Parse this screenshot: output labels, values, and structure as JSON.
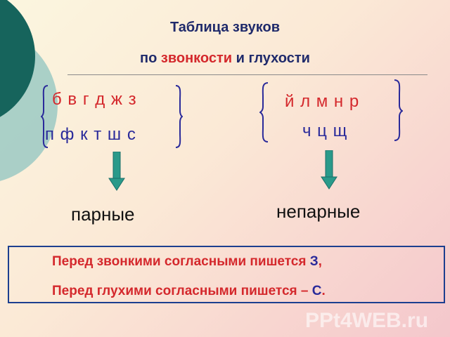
{
  "title": {
    "line1": "Таблица звуков",
    "line2_pre": "по ",
    "line2_accent": "звонкости",
    "line2_post": " и глухости"
  },
  "paired": {
    "voiced": "б в г д ж з",
    "voiceless": "п ф к т ш с",
    "label": "парные"
  },
  "unpaired": {
    "voiced": "й л м н р",
    "voiceless": "ч ц щ",
    "label": "непарные"
  },
  "rules": {
    "line1_text": "Перед звонкими согласными пишется ",
    "line1_letter": "З",
    "line1_end": ",",
    "line2_text": "Перед глухими согласными пишется – ",
    "line2_letter": "С",
    "line2_end": "."
  },
  "watermark": "PPt4WEB.ru",
  "colors": {
    "voiced_red": "#d4282c",
    "voiceless_blue": "#2a2a9a",
    "title_navy": "#1f2a6b",
    "arrow_teal": "#2a9a8a",
    "deco_dark_teal": "#16645c",
    "deco_light_teal": "#8fc4c0"
  }
}
